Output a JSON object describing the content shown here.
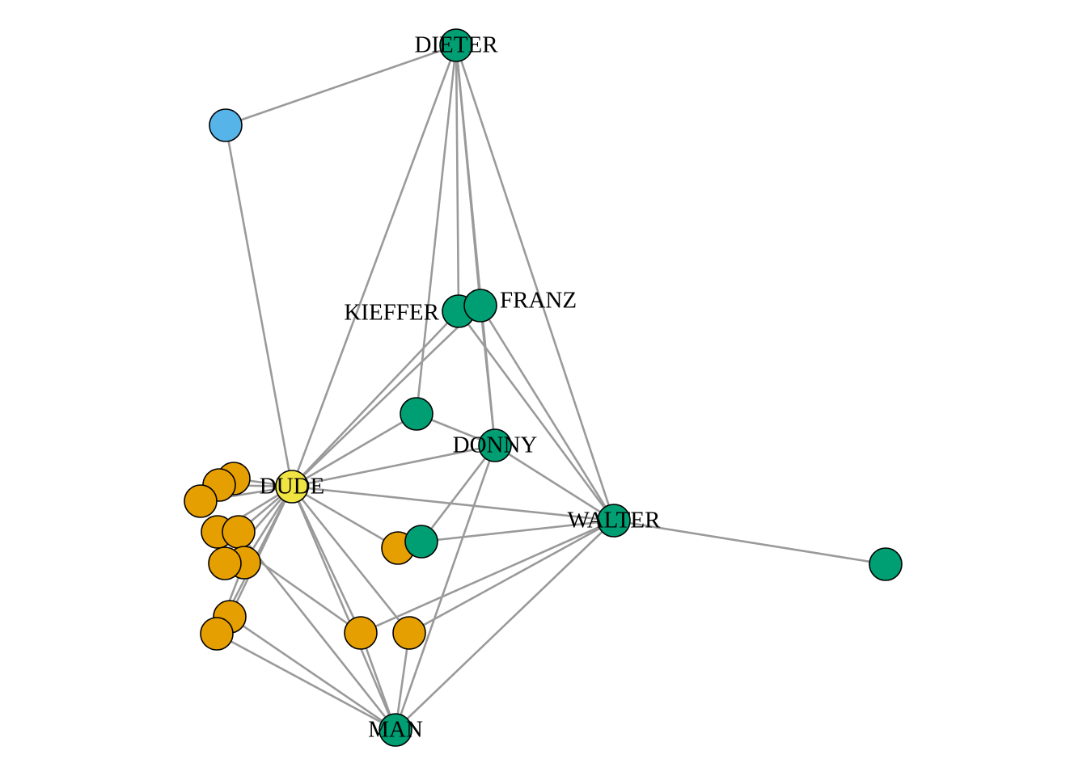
{
  "chart_data": {
    "type": "network",
    "colors": {
      "green": "#009E73",
      "orange": "#E69F00",
      "yellow": "#F0E442",
      "blue": "#56B4E9",
      "edge": "#9a9a9a"
    },
    "nodes": [
      {
        "id": "dieter",
        "label": "DIETER",
        "group": "green"
      },
      {
        "id": "blue1",
        "label": "",
        "group": "blue"
      },
      {
        "id": "kieffer",
        "label": "KIEFFER",
        "group": "green"
      },
      {
        "id": "franz",
        "label": "FRANZ",
        "group": "green"
      },
      {
        "id": "g1",
        "label": "",
        "group": "green"
      },
      {
        "id": "donny",
        "label": "DONNY",
        "group": "green"
      },
      {
        "id": "dude",
        "label": "DUDE",
        "group": "yellow"
      },
      {
        "id": "walter",
        "label": "WALTER",
        "group": "green"
      },
      {
        "id": "g2",
        "label": "",
        "group": "green"
      },
      {
        "id": "g3",
        "label": "",
        "group": "green"
      },
      {
        "id": "man",
        "label": "MAN",
        "group": "green"
      },
      {
        "id": "o1",
        "label": "",
        "group": "orange"
      },
      {
        "id": "o2",
        "label": "",
        "group": "orange"
      },
      {
        "id": "o3",
        "label": "",
        "group": "orange"
      },
      {
        "id": "o4",
        "label": "",
        "group": "orange"
      },
      {
        "id": "o5",
        "label": "",
        "group": "orange"
      },
      {
        "id": "o6",
        "label": "",
        "group": "orange"
      },
      {
        "id": "o7",
        "label": "",
        "group": "orange"
      },
      {
        "id": "o8",
        "label": "",
        "group": "orange"
      },
      {
        "id": "o9",
        "label": "",
        "group": "orange"
      },
      {
        "id": "o10",
        "label": "",
        "group": "orange"
      },
      {
        "id": "o11",
        "label": "",
        "group": "orange"
      },
      {
        "id": "o12",
        "label": "",
        "group": "orange"
      }
    ],
    "edges": [
      [
        "dieter",
        "blue1"
      ],
      [
        "blue1",
        "dude"
      ],
      [
        "dieter",
        "dude"
      ],
      [
        "dieter",
        "kieffer"
      ],
      [
        "dieter",
        "franz"
      ],
      [
        "dieter",
        "g1"
      ],
      [
        "dieter",
        "donny"
      ],
      [
        "dieter",
        "walter"
      ],
      [
        "kieffer",
        "dude"
      ],
      [
        "franz",
        "dude"
      ],
      [
        "kieffer",
        "walter"
      ],
      [
        "franz",
        "walter"
      ],
      [
        "franz",
        "donny"
      ],
      [
        "g1",
        "dude"
      ],
      [
        "g1",
        "donny"
      ],
      [
        "donny",
        "dude"
      ],
      [
        "donny",
        "walter"
      ],
      [
        "donny",
        "g3"
      ],
      [
        "donny",
        "man"
      ],
      [
        "dude",
        "walter"
      ],
      [
        "dude",
        "o12"
      ],
      [
        "walter",
        "g3"
      ],
      [
        "walter",
        "g2"
      ],
      [
        "walter",
        "man"
      ],
      [
        "walter",
        "o10"
      ],
      [
        "walter",
        "o11"
      ],
      [
        "dude",
        "man"
      ],
      [
        "dude",
        "o10"
      ],
      [
        "dude",
        "o11"
      ],
      [
        "dude",
        "o1"
      ],
      [
        "dude",
        "o2"
      ],
      [
        "dude",
        "o3"
      ],
      [
        "dude",
        "o4"
      ],
      [
        "dude",
        "o5"
      ],
      [
        "dude",
        "o6"
      ],
      [
        "dude",
        "o7"
      ],
      [
        "dude",
        "o8"
      ],
      [
        "dude",
        "o9"
      ],
      [
        "o6",
        "o9"
      ],
      [
        "o9",
        "man"
      ],
      [
        "o8",
        "man"
      ],
      [
        "o10",
        "man"
      ],
      [
        "o11",
        "man"
      ],
      [
        "o5",
        "man"
      ],
      [
        "o4",
        "o10"
      ],
      [
        "o3",
        "o1"
      ]
    ]
  }
}
